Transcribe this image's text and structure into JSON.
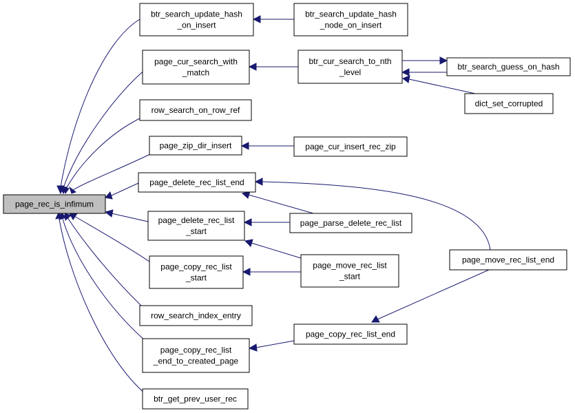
{
  "graph": {
    "colors": {
      "edge": "#191970",
      "root_fill": "#bfbfbf",
      "node_fill": "#ffffff",
      "node_border": "#000000"
    },
    "nodes": {
      "root": {
        "lines": [
          "page_rec_is_infimum"
        ]
      },
      "n1": {
        "lines": [
          "btr_search_update_hash",
          "_on_insert"
        ]
      },
      "n2": {
        "lines": [
          "btr_search_update_hash",
          "_node_on_insert"
        ]
      },
      "n3": {
        "lines": [
          "page_cur_search_with",
          "_match"
        ]
      },
      "n4": {
        "lines": [
          "btr_cur_search_to_nth",
          "_level"
        ]
      },
      "n5": {
        "lines": [
          "btr_search_guess_on_hash"
        ]
      },
      "n6": {
        "lines": [
          "dict_set_corrupted"
        ]
      },
      "n7": {
        "lines": [
          "row_search_on_row_ref"
        ]
      },
      "n8": {
        "lines": [
          "page_zip_dir_insert"
        ]
      },
      "n9": {
        "lines": [
          "page_cur_insert_rec_zip"
        ]
      },
      "n10": {
        "lines": [
          "page_delete_rec_list_end"
        ]
      },
      "n11": {
        "lines": [
          "page_delete_rec_list",
          "_start"
        ]
      },
      "n12": {
        "lines": [
          "page_parse_delete_rec_list"
        ]
      },
      "n13": {
        "lines": [
          "page_copy_rec_list",
          "_start"
        ]
      },
      "n14": {
        "lines": [
          "page_move_rec_list",
          "_start"
        ]
      },
      "n15": {
        "lines": [
          "page_move_rec_list_end"
        ]
      },
      "n16": {
        "lines": [
          "row_search_index_entry"
        ]
      },
      "n17": {
        "lines": [
          "page_copy_rec_list",
          "_end_to_created_page"
        ]
      },
      "n18": {
        "lines": [
          "page_copy_rec_list_end"
        ]
      },
      "n19": {
        "lines": [
          "btr_get_prev_user_rec"
        ]
      }
    }
  }
}
